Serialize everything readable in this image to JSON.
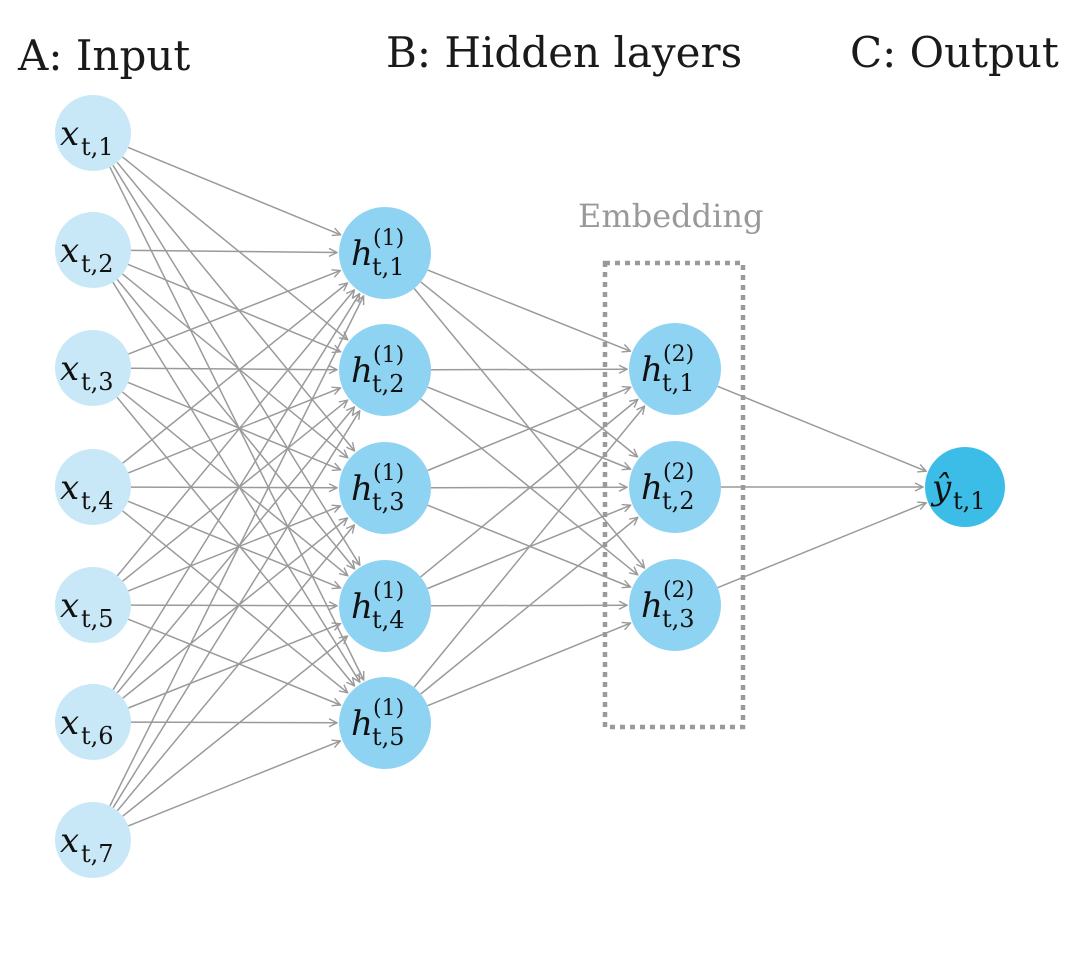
{
  "headings": {
    "input": "A: Input",
    "hidden": "B: Hidden layers",
    "output": "C: Output"
  },
  "embedding_label": "Embedding",
  "colors": {
    "input_node": "#c8e8f8",
    "hidden_node": "#8fd3f3",
    "output_node": "#3bbde8",
    "edge": "#9a9a9a",
    "embedding_box": "#9a9a9a"
  },
  "layers": [
    {
      "id": "input",
      "nodes": [
        {
          "main": "x",
          "sub": "t,1",
          "sup": ""
        },
        {
          "main": "x",
          "sub": "t,2",
          "sup": ""
        },
        {
          "main": "x",
          "sub": "t,3",
          "sup": ""
        },
        {
          "main": "x",
          "sub": "t,4",
          "sup": ""
        },
        {
          "main": "x",
          "sub": "t,5",
          "sup": ""
        },
        {
          "main": "x",
          "sub": "t,6",
          "sup": ""
        },
        {
          "main": "x",
          "sub": "t,7",
          "sup": ""
        }
      ]
    },
    {
      "id": "hidden1",
      "nodes": [
        {
          "main": "h",
          "sub": "t,1",
          "sup": "(1)"
        },
        {
          "main": "h",
          "sub": "t,2",
          "sup": "(1)"
        },
        {
          "main": "h",
          "sub": "t,3",
          "sup": "(1)"
        },
        {
          "main": "h",
          "sub": "t,4",
          "sup": "(1)"
        },
        {
          "main": "h",
          "sub": "t,5",
          "sup": "(1)"
        }
      ]
    },
    {
      "id": "hidden2",
      "nodes": [
        {
          "main": "h",
          "sub": "t,1",
          "sup": "(2)"
        },
        {
          "main": "h",
          "sub": "t,2",
          "sup": "(2)"
        },
        {
          "main": "h",
          "sub": "t,3",
          "sup": "(2)"
        }
      ]
    },
    {
      "id": "output",
      "nodes": [
        {
          "main": "ŷ",
          "sub": "t,1",
          "sup": ""
        }
      ]
    }
  ]
}
